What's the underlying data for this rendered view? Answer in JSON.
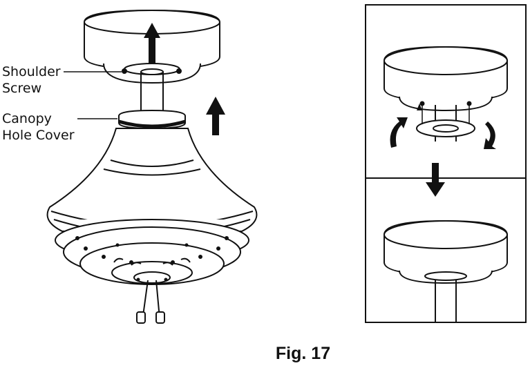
{
  "labels": {
    "shoulder_screw": [
      "Shoulder",
      "Screw"
    ],
    "canopy_hole_cover": [
      "Canopy",
      "Hole Cover"
    ]
  },
  "caption": "Fig. 17"
}
